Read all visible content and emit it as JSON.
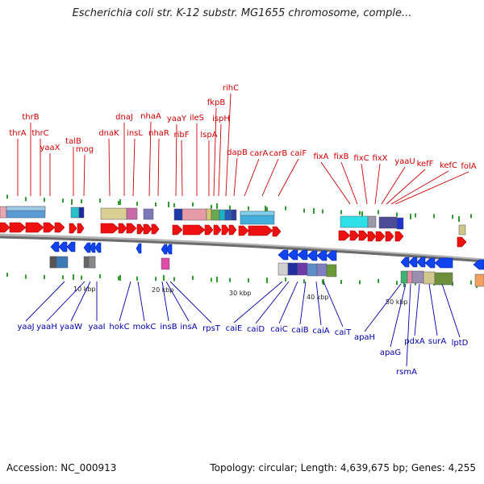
{
  "title": "Escherichia coli str. K-12 substr. MG1655 chromosome, comple...",
  "accession": "Accession: NC_000913",
  "topology": "Topology: circular; Length: 4,639,675 bp; Genes: 4,255",
  "colors": {
    "forward": "#ee1111",
    "reverse": "#1144ee",
    "label_forward": "#cc0000",
    "label_reverse": "#0000aa",
    "backbone": "#888888",
    "tick": "#339933"
  },
  "kbp_labels": [
    "10 kbp",
    "20 kbp",
    "30 kbp",
    "40 kbp",
    "50 kbp"
  ],
  "forward_genes": [
    "thrA",
    "thrB",
    "thrC",
    "yaaX",
    "talB",
    "mog",
    "dnaK",
    "dnaJ",
    "insL",
    "nhaA",
    "nhaR",
    "yaaY",
    "ribF",
    "ileS",
    "lspA",
    "fkpB",
    "ispH",
    "rihC",
    "dapB",
    "carA",
    "carB",
    "caiF",
    "fixA",
    "fixB",
    "fixC",
    "fixX",
    "yaaU",
    "kefF",
    "kefC",
    "folA"
  ],
  "reverse_genes": [
    "yaaJ",
    "yaaH",
    "yaaW",
    "yaaI",
    "hokC",
    "mokC",
    "insB",
    "insA",
    "rpsT",
    "caiE",
    "caiD",
    "caiC",
    "caiB",
    "caiA",
    "caiT",
    "apaH",
    "apaG",
    "rsmA",
    "pdxA",
    "surA",
    "lptD"
  ]
}
